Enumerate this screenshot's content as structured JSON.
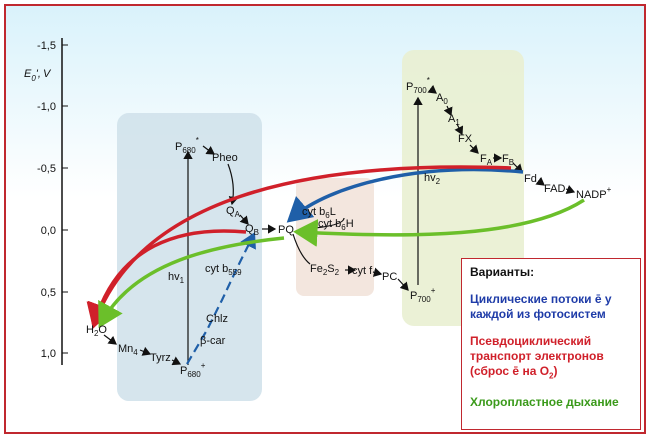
{
  "colors": {
    "frame": "#c0282f",
    "background_top": "#d9f2fb",
    "cyclic": "#1f5fa8",
    "pseudocyclic": "#d0202a",
    "chlororespiration": "#6bbf2a",
    "ps2_panel": "#cfe0ea",
    "ps1_panel": "#e9efd2",
    "cytb6f_panel": "#f2e3da"
  },
  "axis": {
    "label_main": "E",
    "label_sub": "0",
    "label_prime": "',",
    "label_unit": "V",
    "ticks": [
      "-1,5",
      "-1,0",
      "-0,5",
      "0,0",
      "0,5",
      "1,0"
    ]
  },
  "ps2": {
    "p680_star": "P",
    "p680_star_sub": "680",
    "p680_star_sup": "*",
    "pheo": "Pheo",
    "qa": "Q",
    "qa_sub": "A",
    "qb": "Q",
    "qb_sub": "B",
    "hv1": "hv",
    "hv1_sub": "1",
    "cytb559": "cyt b",
    "cytb559_sub": "559",
    "chlz": "Chlz",
    "bcar": "β-car",
    "h2o": "H",
    "h2o_sub": "2",
    "h2o_end": "O",
    "mn4": "Mn",
    "mn4_sub": "4",
    "tyrz": "Tyrz",
    "p680_plus": "P",
    "p680_plus_sub": "680",
    "p680_plus_sup": "+"
  },
  "cytb6f": {
    "pq": "PQ",
    "cytb6l": "cyt b",
    "cytb6l_sub": "6",
    "cytb6l_end": "L",
    "cytb6h": "cyt b",
    "cytb6h_sub": "6",
    "cytb6h_end": "H",
    "fes": "Fe",
    "fes_sub": "2",
    "fes_mid": "S",
    "fes_sub2": "2",
    "cytf": "cyt f",
    "pc": "PC"
  },
  "ps1": {
    "p700_star": "P",
    "p700_star_sub": "700",
    "p700_star_sup": "*",
    "a0": "A",
    "a0_sub": "0",
    "a1": "A",
    "a1_sub": "1",
    "fx": "FX",
    "fa": "F",
    "fa_sub": "A",
    "fb": "F",
    "fb_sub": "B",
    "fd": "Fd",
    "fad": "FAD",
    "nadp": "NADP",
    "nadp_sup": "+",
    "hv2": "hv",
    "hv2_sub": "2",
    "p700_plus": "P",
    "p700_plus_sub": "700",
    "p700_plus_sup": "+"
  },
  "legend": {
    "title": "Варианты:",
    "cyclic": "Циклические потоки ē у каждой из фотосистем",
    "pseudocyclic_a": "Псевдоциклический транспорт электронов (сброс ē на O",
    "pseudocyclic_sub": "2",
    "pseudocyclic_b": ")",
    "chlororespiration": "Хлоропластное дыхание"
  }
}
